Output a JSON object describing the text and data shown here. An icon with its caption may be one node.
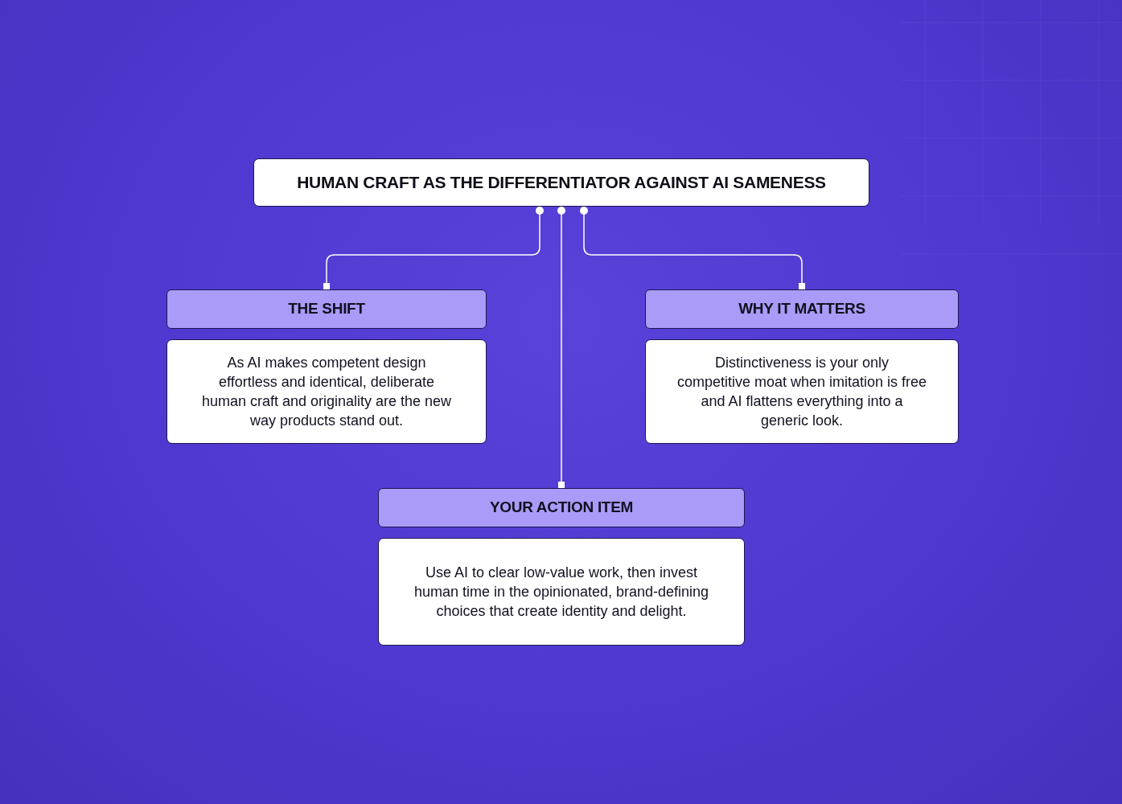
{
  "diagram": {
    "nodes": [
      {
        "text": [
          "HUMAN CRAFT AS THE DIFFERENTIATOR AGAINST AI SAMENESS"
        ]
      },
      {
        "text": [
          "THE SHIFT"
        ]
      },
      {
        "text": [
          "As AI makes competent design effortless and identical, deliberate human craft and originality are the new way products stand out."
        ]
      },
      {
        "text": [
          "WHY IT MATTERS"
        ]
      },
      {
        "text": [
          "Distinctiveness is your only competitive moat when imitation is free and AI flattens everything into a generic look."
        ]
      },
      {
        "text": [
          "YOUR ACTION ITEM"
        ]
      },
      {
        "text": [
          "Use AI to clear low-value work, then invest human time in the opinionated, brand-defining choices that create identity and delight."
        ]
      }
    ],
    "edges": [
      {
        "from": 0,
        "to": 1,
        "arrow": "other"
      },
      {
        "from": 0,
        "to": 5,
        "arrow": "other"
      },
      {
        "from": 0,
        "to": 3,
        "arrow": "other"
      }
    ]
  }
}
